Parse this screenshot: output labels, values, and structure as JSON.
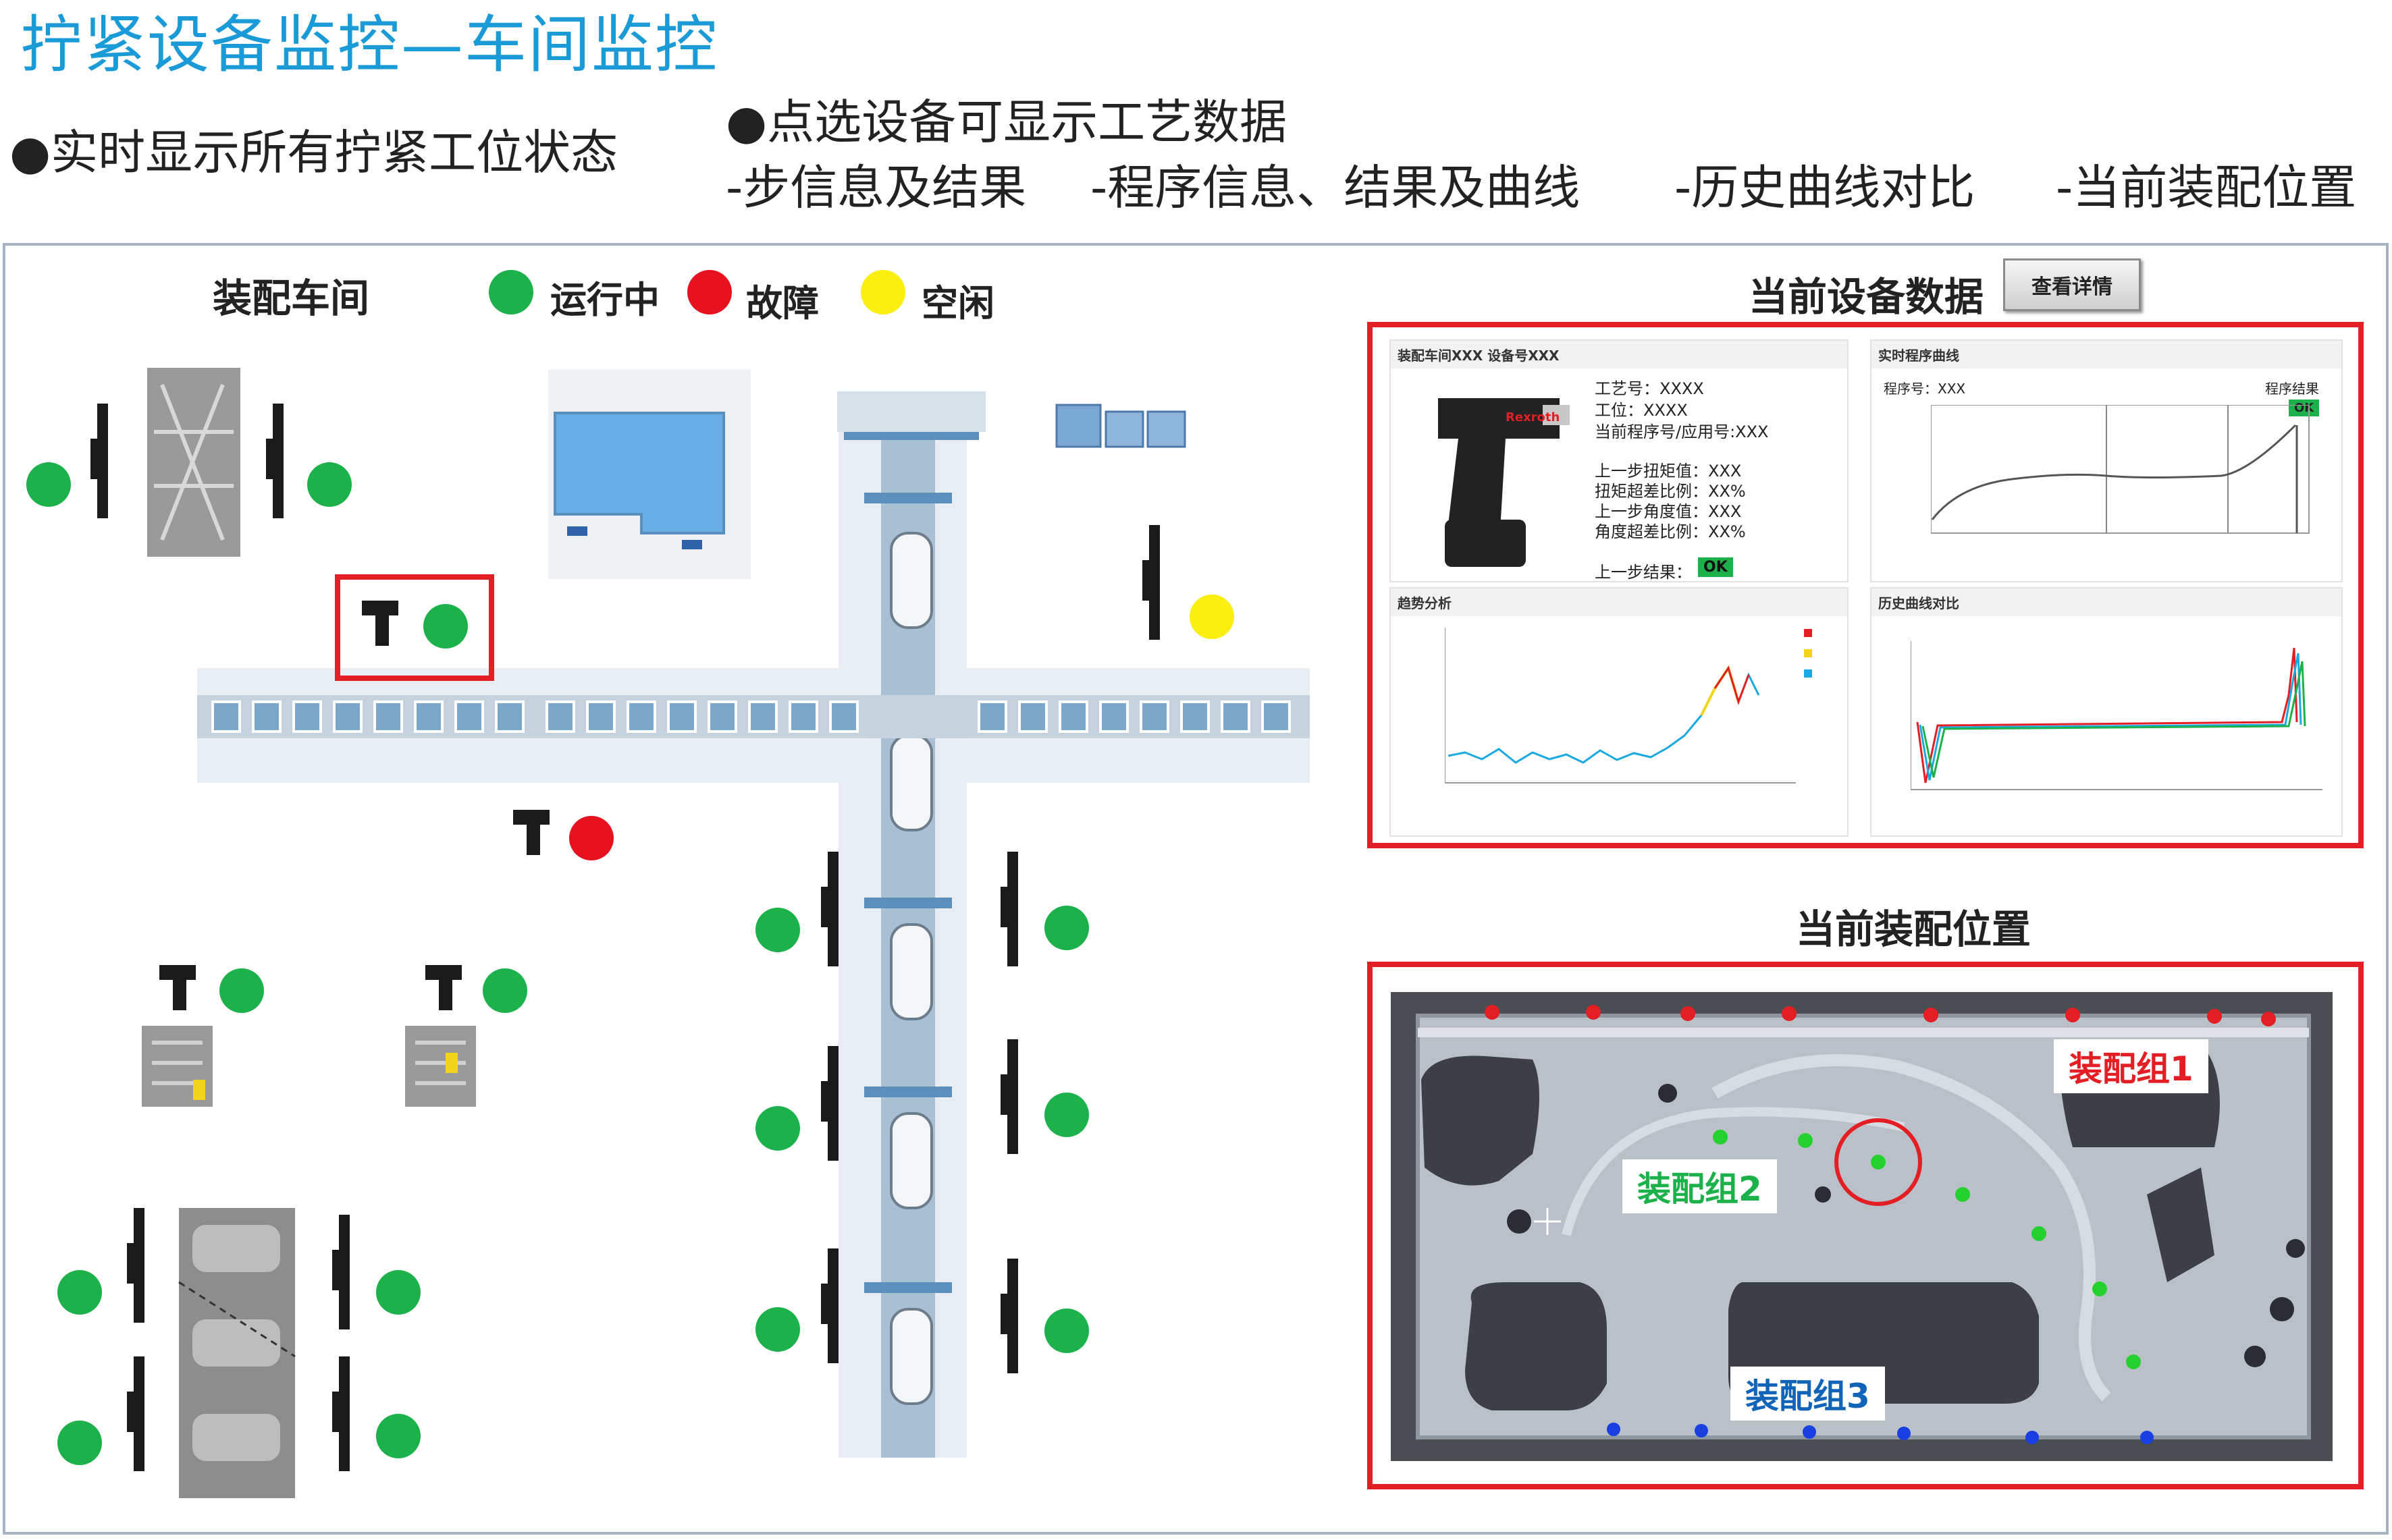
{
  "header": {
    "title": "拧紧设备监控—车间监控",
    "bullet_left": "●实时显示所有拧紧工位状态",
    "bullet_right": "●点选设备可显示工艺数据",
    "features": [
      "-步信息及结果",
      "-程序信息、结果及曲线",
      "-历史曲线对比",
      "-当前装配位置"
    ]
  },
  "workshop": {
    "title": "装配车间",
    "legend": [
      {
        "label": "运行中",
        "color": "#1db14b"
      },
      {
        "label": "故障",
        "color": "#e7121f"
      },
      {
        "label": "空闲",
        "color": "#fbee11"
      }
    ]
  },
  "device_data": {
    "title": "当前设备数据",
    "detail_button": "查看详情",
    "info_panel": {
      "header": "装配车间XXX    设备号XXX",
      "brand": "Rexroth",
      "lines": [
        "工艺号：XXXX",
        "工位：XXXX",
        "当前程序号/应用号:XXX"
      ],
      "step_lines": [
        "上一步扭矩值：XXX",
        "扭矩超差比例：XX%",
        "上一步角度值：XXX",
        "角度超差比例：XX%"
      ],
      "result_label": "上一步结果：",
      "result_value": "OK"
    },
    "realtime_panel": {
      "header": "实时程序曲线",
      "program_no": "程序号：XXX",
      "program_result": "程序结果",
      "result_badge": "OK"
    },
    "trend_panel": {
      "header": "趋势分析"
    },
    "history_panel": {
      "header": "历史曲线对比"
    }
  },
  "assembly_position": {
    "title": "当前装配位置",
    "groups": [
      {
        "label": "装配组1",
        "color": "#e31e24"
      },
      {
        "label": "装配组2",
        "color": "#1db14b"
      },
      {
        "label": "装配组3",
        "color": "#1264b8"
      }
    ]
  },
  "colors": {
    "accent": "#1a9bd7",
    "running": "#1db14b",
    "fault": "#e7121f",
    "idle": "#fbee11",
    "highlight": "#e31e24"
  }
}
